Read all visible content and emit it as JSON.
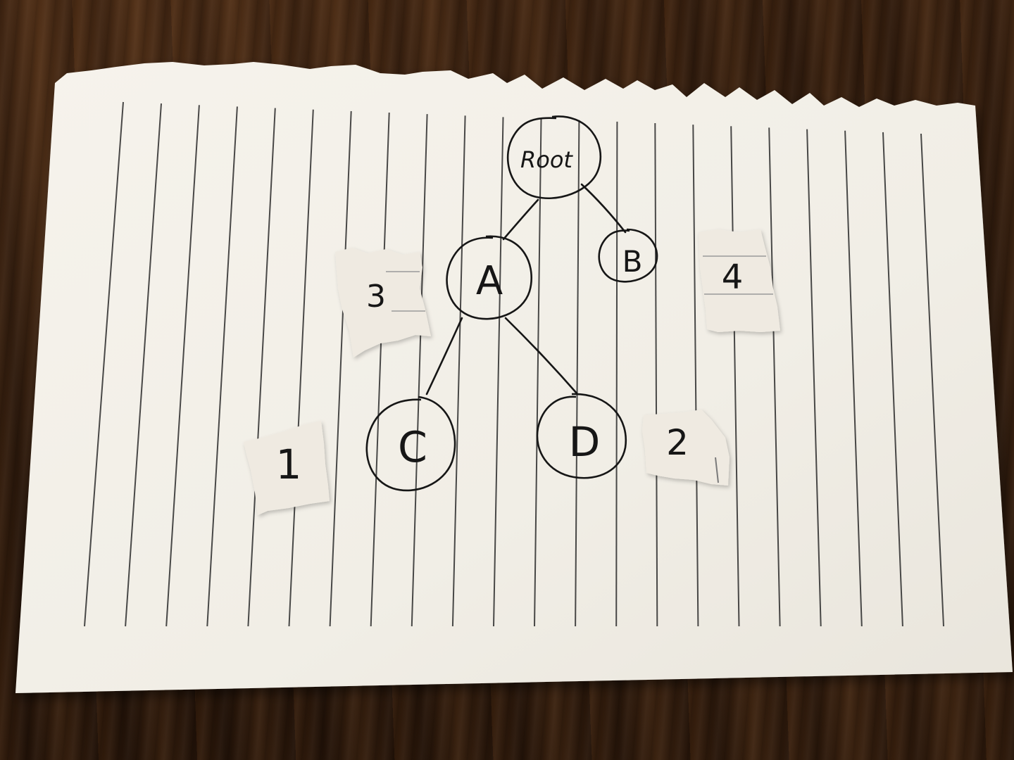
{
  "tree": {
    "root_label": "Root",
    "nodes": [
      {
        "id": "root",
        "label": "Root"
      },
      {
        "id": "a",
        "label": "A"
      },
      {
        "id": "b",
        "label": "B"
      },
      {
        "id": "c",
        "label": "C"
      },
      {
        "id": "d",
        "label": "D"
      }
    ],
    "edges": [
      [
        "root",
        "a"
      ],
      [
        "root",
        "b"
      ],
      [
        "a",
        "c"
      ],
      [
        "a",
        "d"
      ]
    ]
  },
  "paper_tags": [
    {
      "id": "tag-3",
      "label": "3"
    },
    {
      "id": "tag-4",
      "label": "4"
    },
    {
      "id": "tag-1",
      "label": "1"
    },
    {
      "id": "tag-2",
      "label": "2"
    }
  ],
  "colors": {
    "ink": "#161616",
    "paper": "#f4f1ea",
    "rule_line": "#2a2a2a",
    "wood": "#3a2312"
  }
}
